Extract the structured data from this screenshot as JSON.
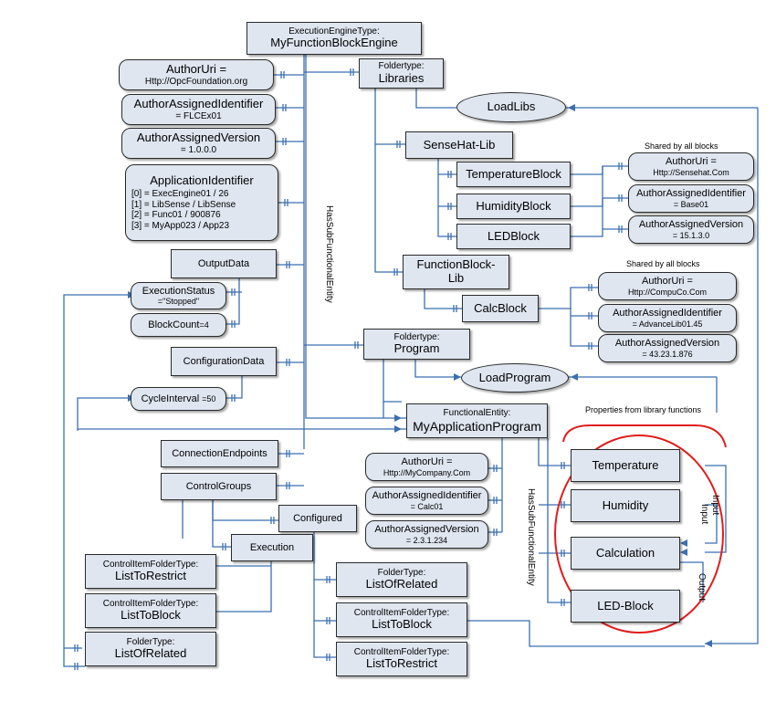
{
  "engine": {
    "type_label": "ExecutionEngineType:",
    "name": "MyFunctionBlockEngine"
  },
  "engine_props": {
    "author_uri": {
      "label": "AuthorUri =",
      "value": "Http://OpcFoundation.org"
    },
    "author_id": {
      "label": "AuthorAssignedIdentifier",
      "value": "= FLCEx01"
    },
    "author_version": {
      "label": "AuthorAssignedVersion",
      "value": "= 1.0.0.0"
    },
    "app_id": {
      "label": "ApplicationIdentifier",
      "rows": [
        "[0] = ExecEngine01 / 26",
        "[1] = LibSense / LibSense",
        "[2] = Func01 / 900876",
        "[3] = MyApp023 / App23"
      ]
    }
  },
  "output_data": "OutputData",
  "execution_status": {
    "label": "ExecutionStatus",
    "value": "=\"Stopped\""
  },
  "block_count": {
    "label": "BlockCount",
    "value": "=4"
  },
  "configuration_data": "ConfigurationData",
  "cycle_interval": {
    "label": "CycleInterval",
    "value": "=50"
  },
  "connection_endpoints": "ConnectionEndpoints",
  "control_groups": "ControlGroups",
  "configured": "Configured",
  "execution": "Execution",
  "left_folders": [
    {
      "type": "ControlItemFolderType:",
      "name": "ListToRestrict"
    },
    {
      "type": "ControlItemFolderType:",
      "name": "ListToBlock"
    },
    {
      "type": "FolderType:",
      "name": "ListOfRelated"
    }
  ],
  "right_folders": [
    {
      "type": "FolderType:",
      "name": "ListOfRelated"
    },
    {
      "type": "ControlItemFolderType:",
      "name": "ListToBlock"
    },
    {
      "type": "ControlItemFolderType:",
      "name": "ListToRestrict"
    }
  ],
  "has_sub": "HasSubFunctionalEntity",
  "libraries": {
    "type": "Foldertype:",
    "name": "Libraries"
  },
  "load_libs": "LoadLibs",
  "sense_hat_lib": "SenseHat-Lib",
  "sense_blocks": [
    "TemperatureBlock",
    "HumidityBlock",
    "LEDBlock"
  ],
  "shared_label": "Shared by all blocks",
  "sense_props": [
    {
      "label": "AuthorUri =",
      "value": "Http://Sensehat.Com"
    },
    {
      "label": "AuthorAssignedIdentifier",
      "value": "= Base01"
    },
    {
      "label": "AuthorAssignedVersion",
      "value": "= 15.1.3.0"
    }
  ],
  "function_block_lib": {
    "line1": "FunctionBlock-",
    "line2": "Lib"
  },
  "calc_block": "CalcBlock",
  "calc_props": [
    {
      "label": "AuthorUri =",
      "value": "Http://CompuCo.Com"
    },
    {
      "label": "AuthorAssignedIdentifier",
      "value": "= AdvanceLib01.45"
    },
    {
      "label": "AuthorAssignedVersion",
      "value": "= 43.23.1.876"
    }
  ],
  "program": {
    "type": "Foldertype:",
    "name": "Program"
  },
  "load_program": "LoadProgram",
  "functional_entity": {
    "type": "FunctionalEntity:",
    "name": "MyApplicationProgram"
  },
  "app_props": [
    {
      "label": "AuthorUri =",
      "value": "Http://MyCompany.Com"
    },
    {
      "label": "AuthorAssignedIdentifier",
      "value": "= Calc01"
    },
    {
      "label": "AuthorAssignedVersion",
      "value": "= 2.3.1.234"
    }
  ],
  "properties_label": "Properties from library functions",
  "app_blocks": [
    "Temperature",
    "Humidity",
    "Calculation",
    "LED-Block"
  ],
  "input1": "Input",
  "input2": "Input",
  "output": "Output",
  "colors": {
    "line": "#3b6fb0",
    "box_fill": "#dfe6f0",
    "highlight": "#e11c1c"
  }
}
